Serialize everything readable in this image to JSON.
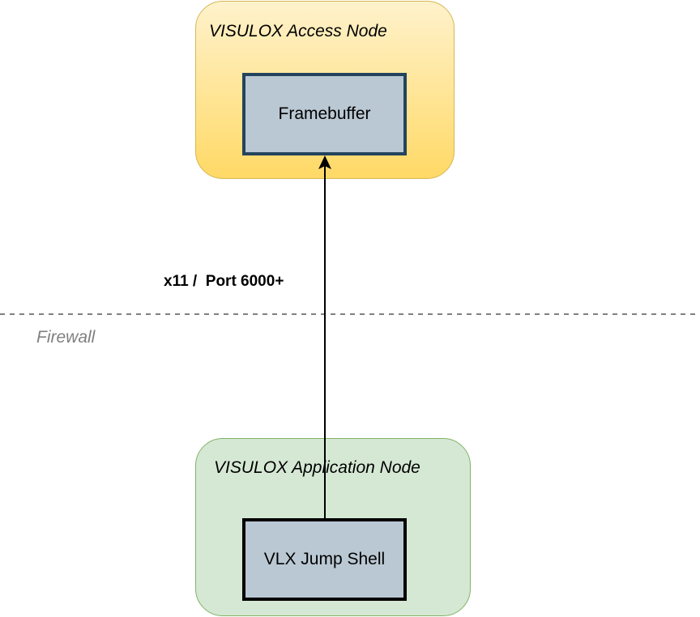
{
  "diagram": {
    "access_node": {
      "title": "VISULOX Access Node",
      "fill_top": "#fff2cc",
      "fill_bottom": "#ffd966",
      "stroke": "#d6b656",
      "component": "Framebuffer"
    },
    "application_node": {
      "title": "VISULOX Application Node",
      "fill": "#d5e8d4",
      "stroke": "#82b366",
      "component": "VLX Jump Shell"
    },
    "connection": {
      "label": "x11 /  Port 6000+",
      "from": "VLX Jump Shell",
      "to": "Framebuffer"
    },
    "boundary": {
      "label": "Firewall",
      "style": "dashed",
      "color": "#808080"
    }
  }
}
